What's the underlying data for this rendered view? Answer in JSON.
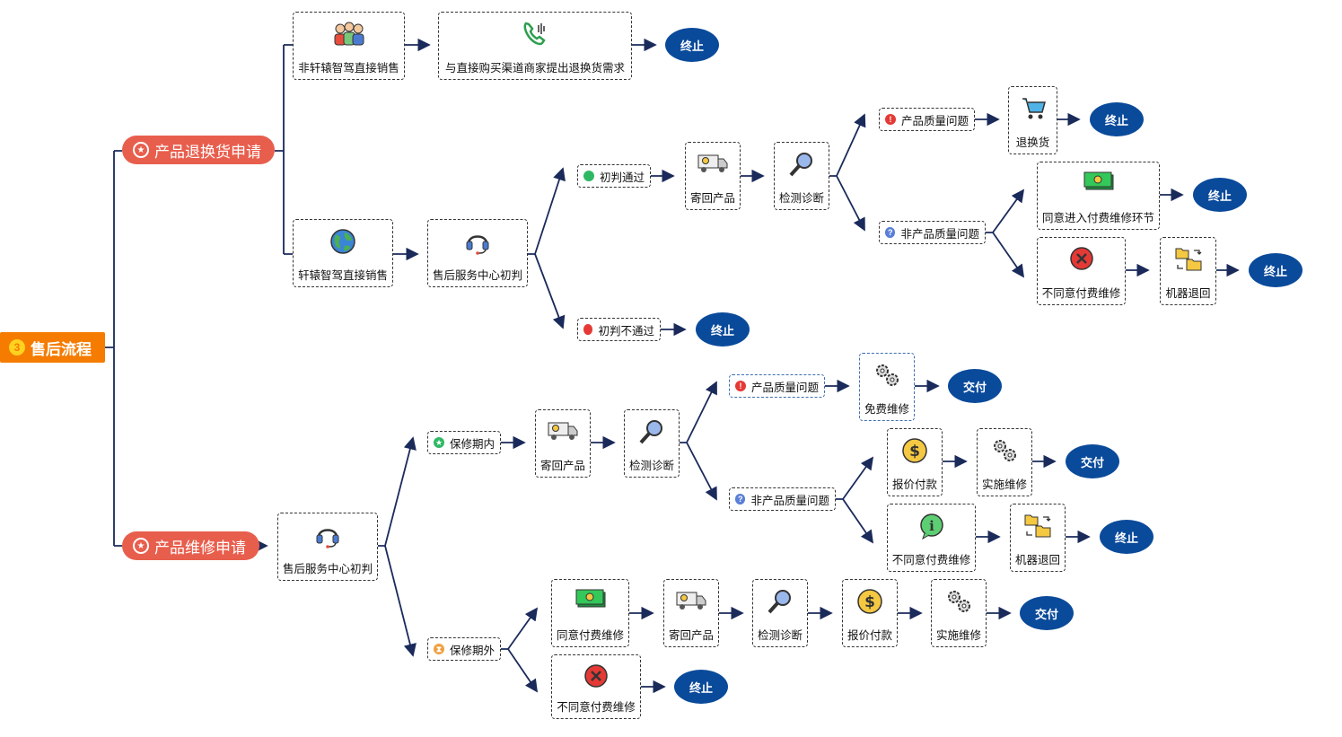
{
  "root": {
    "number": "3",
    "label": "售后流程"
  },
  "branches": {
    "return": "产品退换货申请",
    "repair": "产品维修申请"
  },
  "return_flow": {
    "non_direct_sales": "非轩辕智驾直接销售",
    "contact_merchant": "与直接购买渠道商家提出退换货需求",
    "direct_sales": "轩辕智驾直接销售",
    "service_center_check": "售后服务中心初判",
    "pass": "初判通过",
    "fail": "初判不通过",
    "send_back": "寄回产品",
    "inspect": "检测诊断",
    "quality_issue": "产品质量问题",
    "exchange": "退换货",
    "non_quality_issue": "非产品质量问题",
    "agree_paid": "同意进入付费维修环节",
    "disagree_paid": "不同意付费维修",
    "machine_return": "机器退回"
  },
  "repair_flow": {
    "service_center_check": "售后服务中心初判",
    "in_warranty": "保修期内",
    "out_warranty": "保修期外",
    "send_back": "寄回产品",
    "inspect": "检测诊断",
    "quality_issue": "产品质量问题",
    "free_repair": "免费维修",
    "non_quality_issue": "非产品质量问题",
    "quote_pay": "报价付款",
    "implement": "实施维修",
    "disagree_paid": "不同意付费维修",
    "machine_return": "机器退回",
    "agree_paid": "同意付费维修"
  },
  "terminals": {
    "end": "终止",
    "deliver": "交付"
  },
  "colors": {
    "root": "#f57c00",
    "branch": "#e85e4d",
    "terminal": "#0a4a9a",
    "line": "#1a2a5a"
  }
}
